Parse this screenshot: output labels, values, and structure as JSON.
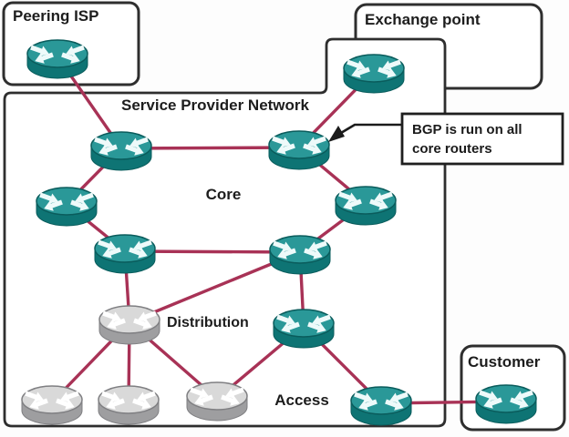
{
  "diagram": {
    "boxes": {
      "peering": {
        "label": "Peering ISP"
      },
      "exchange": {
        "label": "Exchange point"
      },
      "customer": {
        "label": "Customer"
      }
    },
    "region": {
      "label": "Service Provider Network"
    },
    "zones": {
      "core": "Core",
      "distribution": "Distribution",
      "access": "Access"
    },
    "callout": {
      "line1": "BGP is run on all",
      "line2": "core routers"
    },
    "colors": {
      "link": "#a83256",
      "router_teal_top": "#2a9898",
      "router_teal_body": "#0e7474",
      "router_teal_rim": "#0a5c5c",
      "router_gray_top": "#d9d9d9",
      "router_gray_body": "#9e9ea0",
      "router_gray_rim": "#7f7f82",
      "box_border": "#2e2e2e",
      "callout_border": "#1f1f1f",
      "callout_arrow": "#1b1b1b",
      "arrow_glyph": "#eefafa"
    },
    "nodes": [
      {
        "id": "peering-router",
        "type": "teal",
        "zone": "peering"
      },
      {
        "id": "exchange-router",
        "type": "teal",
        "zone": "exchange"
      },
      {
        "id": "core-top-left",
        "type": "teal",
        "zone": "core"
      },
      {
        "id": "core-top-right",
        "type": "teal",
        "zone": "core"
      },
      {
        "id": "core-left",
        "type": "teal",
        "zone": "core"
      },
      {
        "id": "core-right",
        "type": "teal",
        "zone": "core"
      },
      {
        "id": "core-bottom-left",
        "type": "teal",
        "zone": "core"
      },
      {
        "id": "core-bottom-right",
        "type": "teal",
        "zone": "core"
      },
      {
        "id": "distribution-router",
        "type": "gray",
        "zone": "distribution"
      },
      {
        "id": "distribution-right-router",
        "type": "teal",
        "zone": "distribution"
      },
      {
        "id": "access-router-1",
        "type": "gray",
        "zone": "access"
      },
      {
        "id": "access-router-2",
        "type": "gray",
        "zone": "access"
      },
      {
        "id": "access-router-3",
        "type": "gray",
        "zone": "access"
      },
      {
        "id": "access-edge-router",
        "type": "teal",
        "zone": "access"
      },
      {
        "id": "customer-router",
        "type": "teal",
        "zone": "customer"
      }
    ],
    "links": [
      [
        "peering-router",
        "core-top-left"
      ],
      [
        "exchange-router",
        "core-top-right"
      ],
      [
        "core-top-left",
        "core-top-right"
      ],
      [
        "core-top-left",
        "core-left"
      ],
      [
        "core-top-right",
        "core-right"
      ],
      [
        "core-left",
        "core-bottom-left"
      ],
      [
        "core-right",
        "core-bottom-right"
      ],
      [
        "core-bottom-left",
        "core-bottom-right"
      ],
      [
        "core-bottom-left",
        "distribution-router"
      ],
      [
        "core-bottom-right",
        "distribution-right-router"
      ],
      [
        "distribution-router",
        "core-bottom-right"
      ],
      [
        "distribution-router",
        "access-router-1"
      ],
      [
        "distribution-router",
        "access-router-2"
      ],
      [
        "distribution-router",
        "access-router-3"
      ],
      [
        "distribution-right-router",
        "access-router-3"
      ],
      [
        "distribution-right-router",
        "access-edge-router"
      ],
      [
        "access-edge-router",
        "customer-router"
      ]
    ]
  }
}
